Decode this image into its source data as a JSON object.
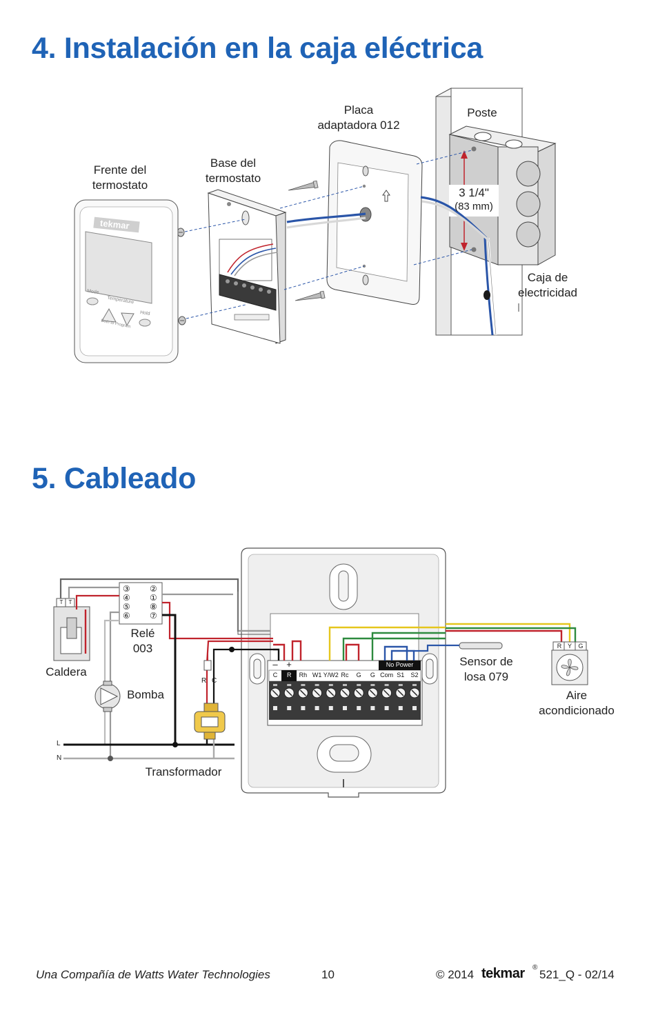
{
  "section4": {
    "number": "4.",
    "title": "Instalación en la caja eléctrica",
    "labels": {
      "front_line1": "Frente del",
      "front_line2": "termostato",
      "base_line1": "Base del",
      "base_line2": "termostato",
      "plate_line1": "Placa",
      "plate_line2": "adaptadora 012",
      "post": "Poste",
      "dimension": "3 1/4\"",
      "dimension_metric": "(83 mm)",
      "box_line1": "Caja de",
      "box_line2": "electricidad"
    },
    "thermostat_face": {
      "brand": "tekmar",
      "mode": "Mode",
      "temperature": "Temperature",
      "hold": "Hold",
      "hint": "Both to Program"
    }
  },
  "section5": {
    "number": "5.",
    "title": "Cableado",
    "labels": {
      "boiler": "Caldera",
      "relay_line1": "Relé",
      "relay_line2": "003",
      "pump": "Bomba",
      "transformer": "Transformador",
      "sensor_line1": "Sensor de",
      "sensor_line2": "losa 079",
      "ac_line1": "Aire",
      "ac_line2": "acondicionado",
      "line_L": "L",
      "line_N": "N",
      "boiler_terms": [
        "T",
        "T"
      ],
      "transformer_terms": [
        "R",
        "C"
      ],
      "ac_terms": [
        "R",
        "Y",
        "G"
      ],
      "relay_terms": [
        "③",
        "②",
        "④",
        "①",
        "⑤",
        "⑧",
        "⑥",
        "⑦"
      ],
      "no_power": "No Power",
      "polarity": [
        "–",
        "+"
      ],
      "terminals": [
        "C",
        "R",
        "Rh",
        "W1",
        "Y/W2",
        "Rc",
        "G",
        "G",
        "Com",
        "S1",
        "S2"
      ]
    },
    "colors": {
      "heading_blue": "#1f63b6",
      "wire_red": "#c0232c",
      "wire_yellow": "#e5c61c",
      "wire_green": "#2d8a3e",
      "wire_blue": "#2a55a8",
      "wire_black": "#1a1a1a"
    }
  },
  "footer": {
    "company": "Una Compañía de Watts Water Technologies",
    "page": "10",
    "copyright": "© 2014",
    "brand": "tekmar",
    "registered": "®",
    "doc_code": "521_Q - 02/14"
  }
}
